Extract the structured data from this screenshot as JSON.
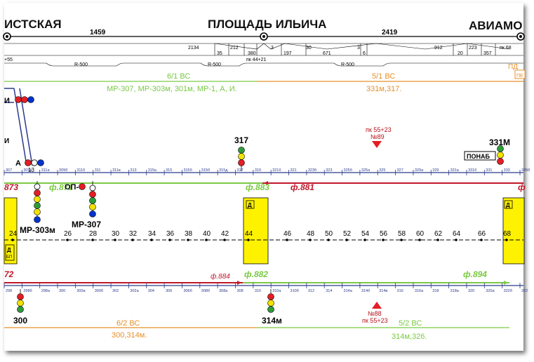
{
  "stations": {
    "left": "ИСТСКАЯ",
    "center": "ПЛОЩАДЬ ИЛЬИЧА",
    "right": "АВИАМО"
  },
  "distances": {
    "left": "1459",
    "right": "2419"
  },
  "profile": {
    "top_values": [
      "2134",
      "35",
      "212",
      "380",
      "3",
      "197",
      "30",
      "671",
      "3",
      "6",
      "912",
      "20",
      "223",
      "357",
      "пк 68"
    ],
    "bottom_labels": [
      "+55",
      "R-500",
      "R-500",
      "пк 44+21",
      "R-500",
      "ПД"
    ],
    "edge_label": "ПЕ"
  },
  "zones": {
    "upper_left": {
      "title": "6/1 ВС",
      "list": "МР-307, МР-303м, 301м, МР-1, А, И.",
      "color": "#7ac943"
    },
    "upper_right": {
      "title": "5/1 ВС",
      "list": "331м,317.",
      "color": "#e8902a"
    },
    "lower_left": {
      "title": "6/2 ВС",
      "list": "300,314м.",
      "color": "#e8902a"
    },
    "lower_right": {
      "title": "5/2 ВС",
      "list": "314м,326.",
      "color": "#7ac943"
    }
  },
  "signals": {
    "s317": "317",
    "s331m": "331М",
    "s300": "300",
    "s314m": "314м",
    "mr303": "МР-303м",
    "mr307": "МР-307",
    "op": "ОП-",
    "a_sig": "А",
    "i_sig": "И",
    "ponab": "ПОНАБ",
    "small_i": "И"
  },
  "markers": {
    "upper": {
      "pk": "пк 55+23",
      "num": "№89"
    },
    "lower": {
      "num": "№88",
      "pk": "пк 55+23"
    }
  },
  "feeders": {
    "f873": "873",
    "f871": "ф.871",
    "f883": "ф.883",
    "f881": "ф.881",
    "f_right": "ф",
    "f72": "72",
    "f884": "ф.884",
    "f882": "ф.882",
    "f894": "ф.894"
  },
  "upper_block_sections": [
    "307",
    "309а",
    "311а",
    "309б",
    "311б",
    "311",
    "311в",
    "313",
    "315а",
    "315",
    "315б",
    "315б",
    "315д",
    "317",
    "319",
    "321б",
    "321",
    "323б",
    "323",
    "325б",
    "325а",
    "325",
    "327",
    "329а",
    "329",
    "331а",
    "331б",
    "331",
    "333",
    "335б"
  ],
  "lower_block_sections": [
    "298",
    "298б",
    "298а",
    "300",
    "300а",
    "300б",
    "302",
    "302а",
    "304",
    "306",
    "306б",
    "308б",
    "308а",
    "308",
    "310",
    "310а",
    "310б",
    "312",
    "314",
    "314а",
    "314б",
    "314в",
    "316",
    "316а",
    "318",
    "318а",
    "320",
    "320а",
    "322б",
    "322"
  ],
  "switches": [
    "24",
    "26",
    "28",
    "30",
    "32",
    "34",
    "36",
    "38",
    "40",
    "42",
    "44",
    "46",
    "48",
    "50",
    "52",
    "54",
    "56",
    "58",
    "60",
    "62",
    "64",
    "66",
    "68"
  ],
  "platform_labels": {
    "d1": "Д",
    "d2": "Д",
    "d3": "Д",
    "d4": "Д",
    "bp": "БП"
  },
  "misc": {
    "n13": "13",
    "pk_label": "пк"
  }
}
